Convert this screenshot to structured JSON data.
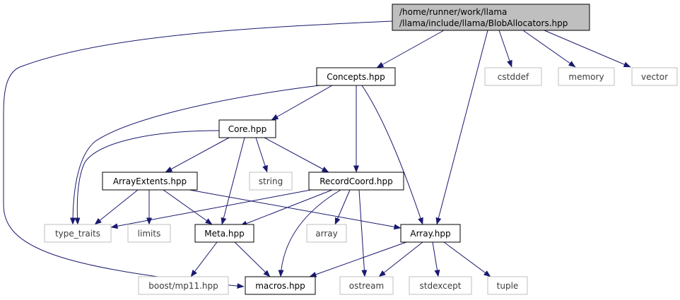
{
  "graph": {
    "root": {
      "lines": [
        "/home/runner/work/llama",
        "/llama/include/llama/BlobAllocators.hpp"
      ]
    },
    "nodes": {
      "concepts": {
        "label": "Concepts.hpp"
      },
      "cstddef": {
        "label": "cstddef"
      },
      "memory": {
        "label": "memory"
      },
      "vector": {
        "label": "vector"
      },
      "core": {
        "label": "Core.hpp"
      },
      "arrayextents": {
        "label": "ArrayExtents.hpp"
      },
      "string": {
        "label": "string"
      },
      "recordcoord": {
        "label": "RecordCoord.hpp"
      },
      "type_traits": {
        "label": "type_traits"
      },
      "limits": {
        "label": "limits"
      },
      "meta": {
        "label": "Meta.hpp"
      },
      "array": {
        "label": "array"
      },
      "arrayhpp": {
        "label": "Array.hpp"
      },
      "boost_mp11": {
        "label": "boost/mp11.hpp"
      },
      "macros": {
        "label": "macros.hpp"
      },
      "ostream": {
        "label": "ostream"
      },
      "stdexcept": {
        "label": "stdexcept"
      },
      "tuple": {
        "label": "tuple"
      }
    },
    "colors": {
      "edge": "#191970",
      "root_fill": "#bfbfbf",
      "project_border": "#000000",
      "system_border": "#bfbfbf"
    }
  }
}
